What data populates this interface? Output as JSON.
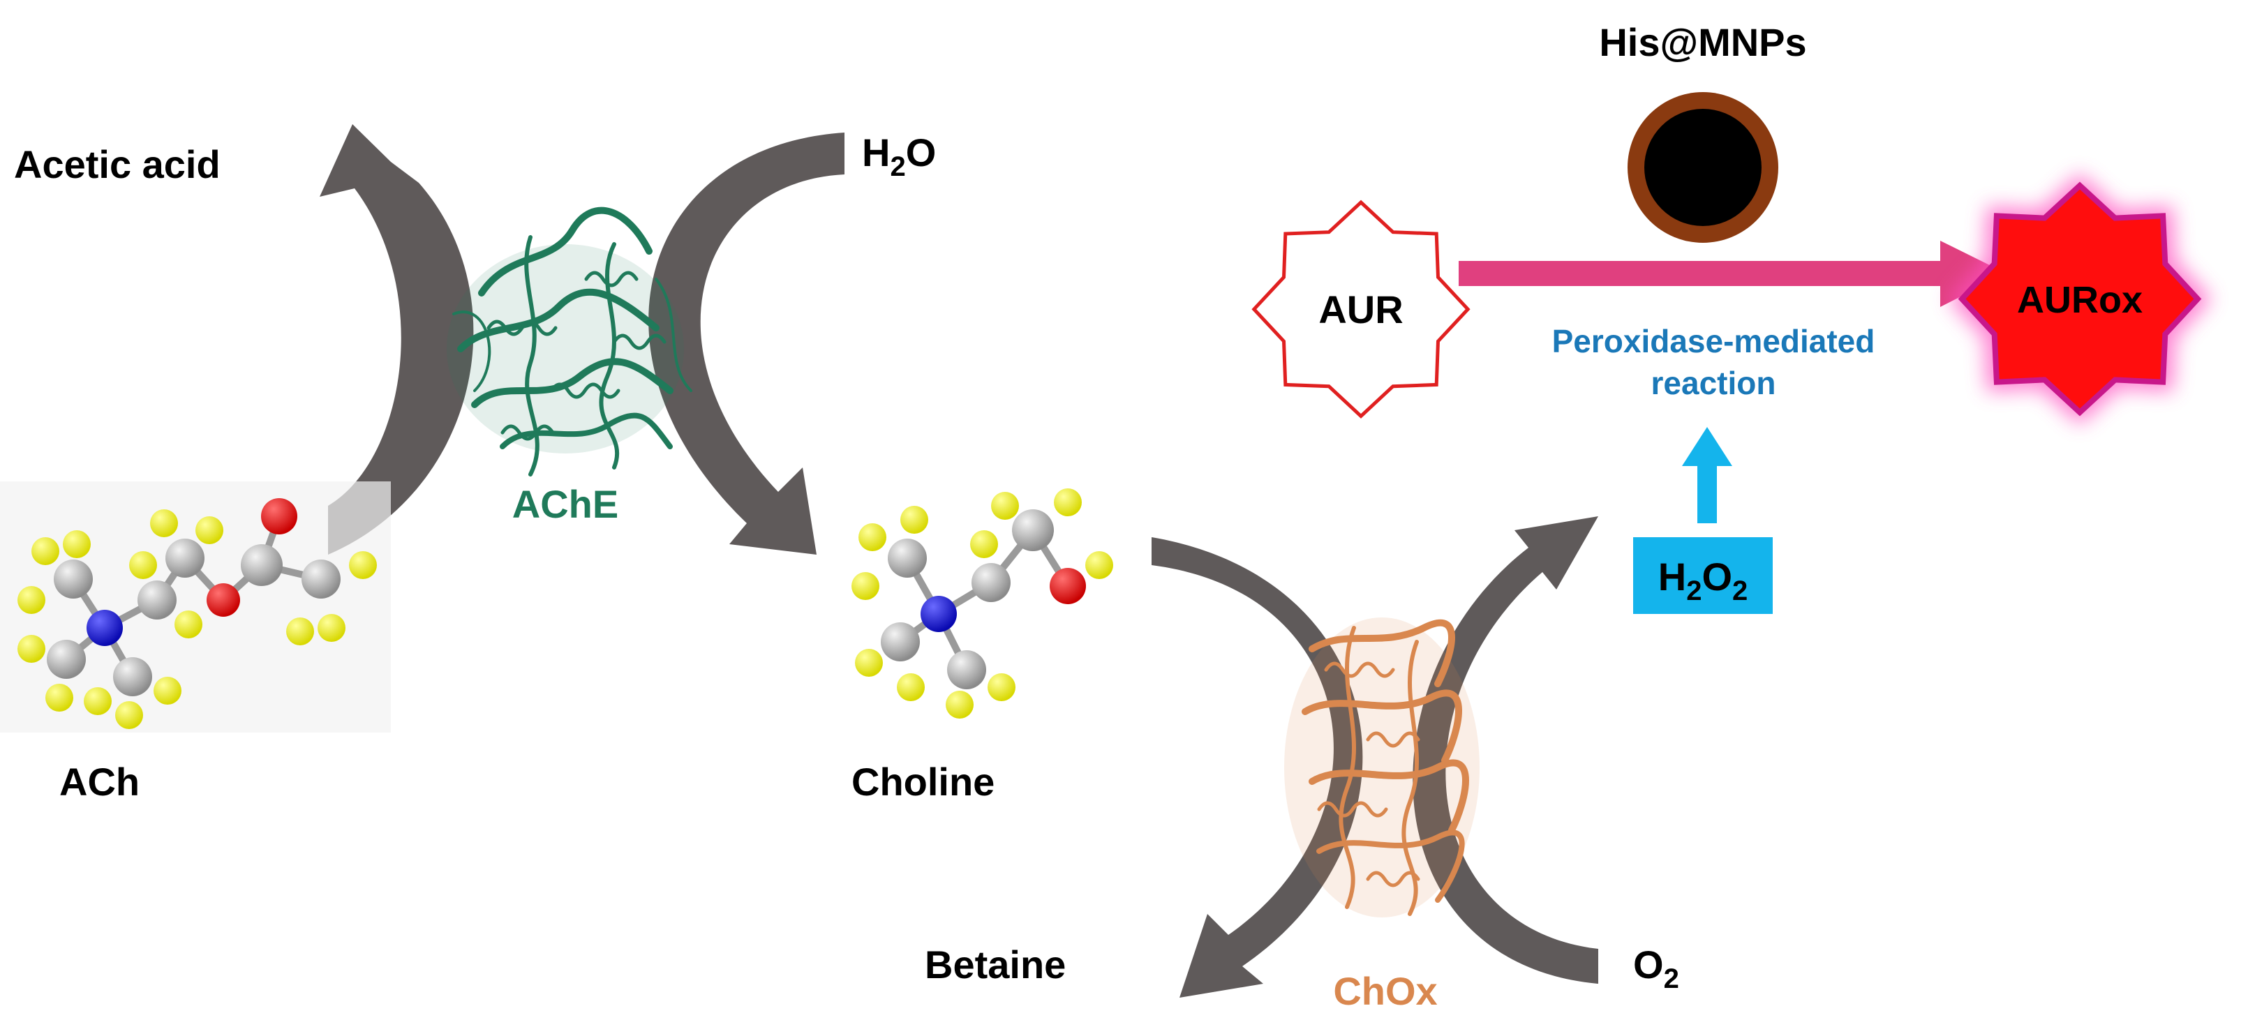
{
  "labels": {
    "acetic_acid": "Acetic acid",
    "water": {
      "base": "H",
      "sub": "2",
      "tail": "O"
    },
    "ache": "AChE",
    "ach": "ACh",
    "choline": "Choline",
    "betaine": "Betaine",
    "chox": "ChOx",
    "oxygen": {
      "base": "O",
      "sub": "2"
    },
    "hydrogen_peroxide": {
      "base": "H",
      "sub1": "2",
      "mid": "O",
      "sub2": "2"
    },
    "nanoparticle": "His@MNPs",
    "substrate": "AUR",
    "product": "AURox",
    "reaction_line1": "Peroxidase-mediated",
    "reaction_line2": "reaction"
  },
  "colors": {
    "text": "#000000",
    "ache": "#1f7a5a",
    "chox": "#d9874e",
    "curved_arrow": "#5f5a5a",
    "reaction_arrow": "#e0407f",
    "reaction_text": "#1a78b8",
    "h2o2_box": "#14b4ec",
    "h2o2_arrow": "#14b4ec",
    "star_outline": "#e02020",
    "star_fill_product": "#ff0d0d",
    "particle_shell": "#8a3a10",
    "particle_core": "#000000",
    "carbon": "#b4b4b4",
    "hydrogen": "#f2f200",
    "oxygen_atom": "#ee0000",
    "nitrogen": "#1010ee"
  }
}
